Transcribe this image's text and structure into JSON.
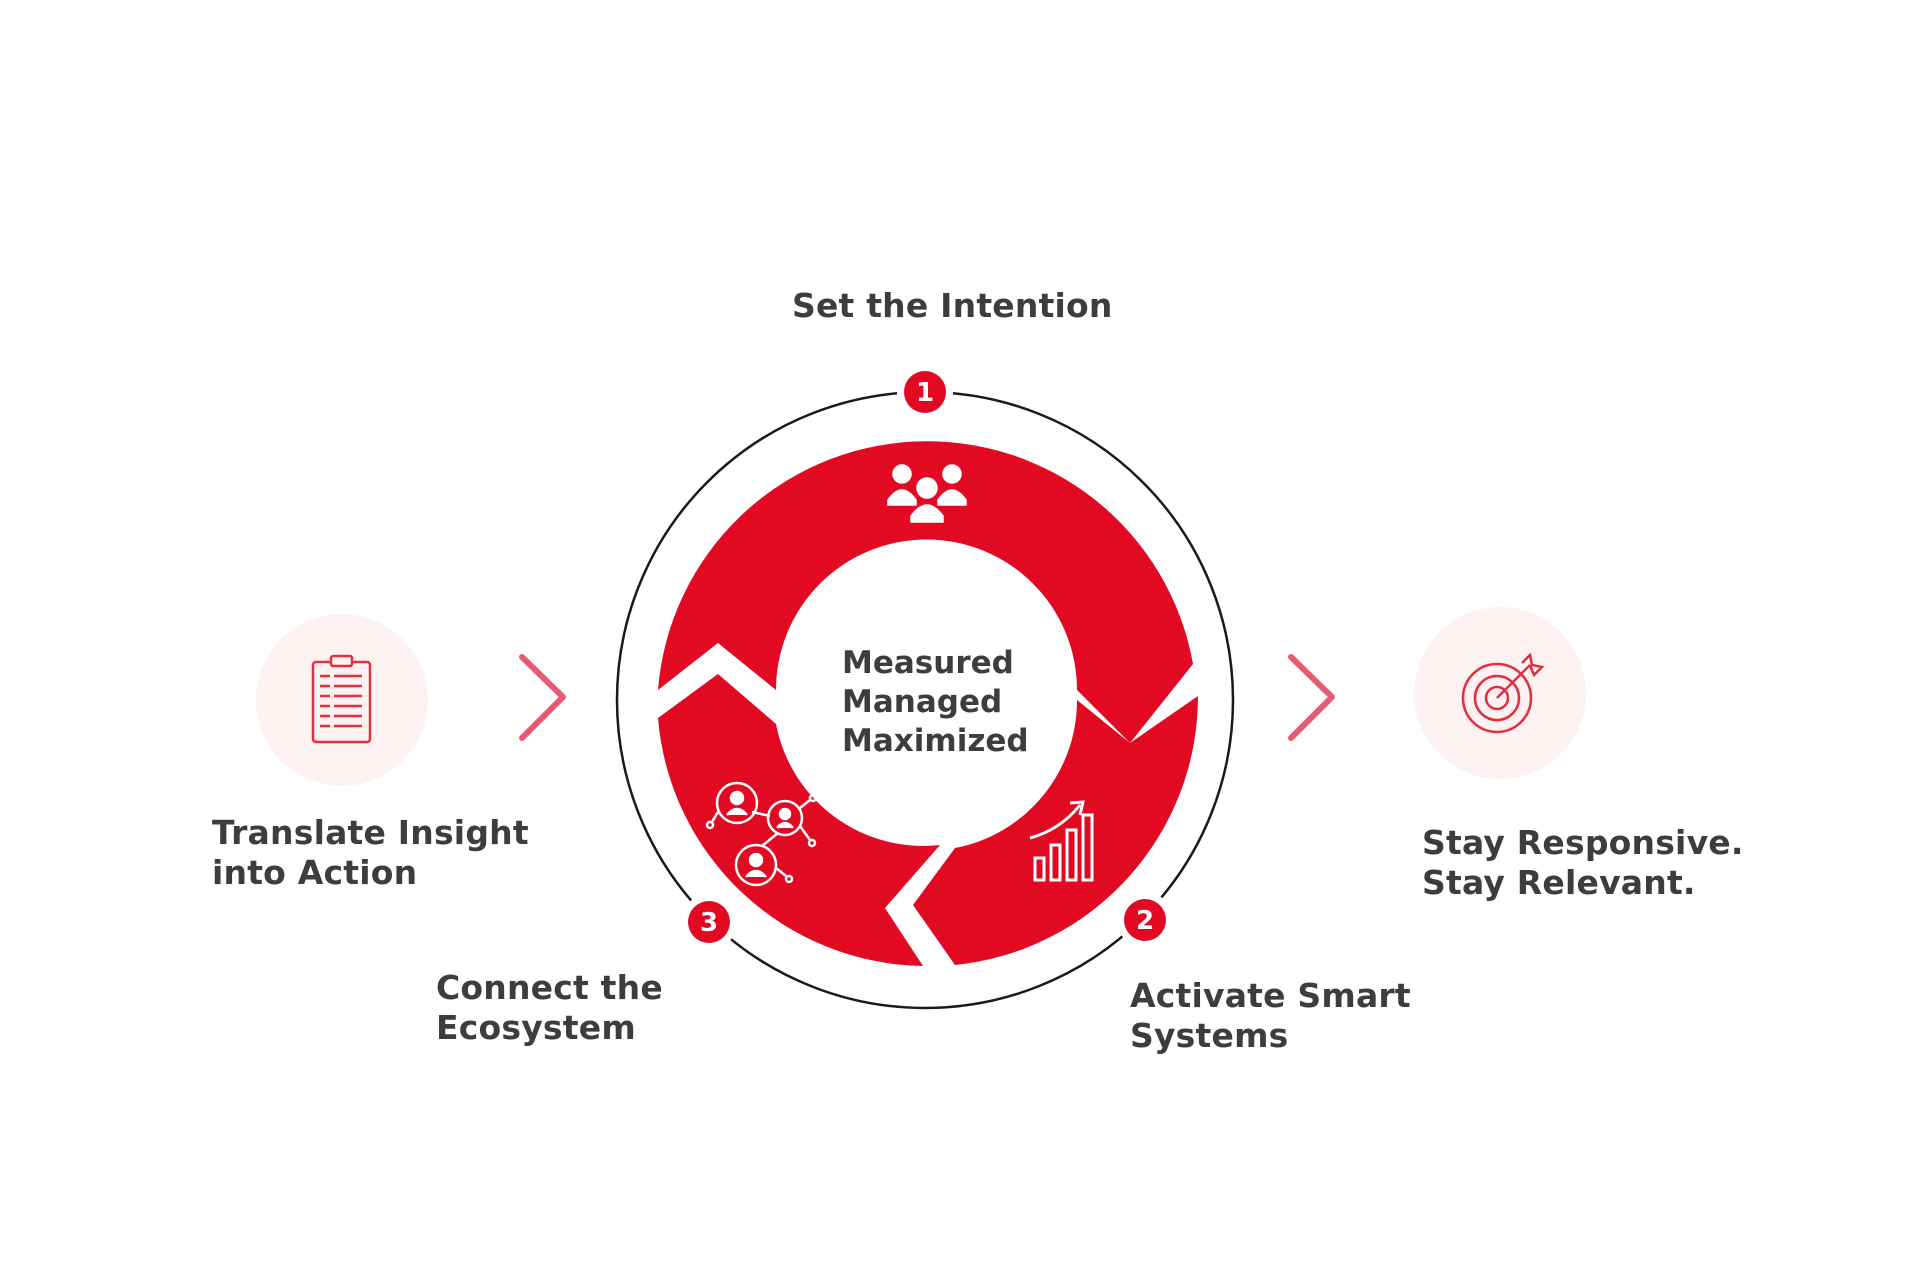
{
  "center": {
    "lines": [
      "Measured",
      "Managed",
      "Maximized"
    ]
  },
  "steps": [
    {
      "number": "1",
      "label": "Set the Intention",
      "icon": "team-icon"
    },
    {
      "number": "2",
      "label_lines": [
        "Activate Smart",
        "Systems"
      ],
      "icon": "growth-chart-icon"
    },
    {
      "number": "3",
      "label_lines": [
        "Connect the",
        "Ecosystem"
      ],
      "icon": "network-people-icon"
    }
  ],
  "left": {
    "label_lines": [
      "Translate Insight",
      "into Action"
    ],
    "icon": "clipboard-icon"
  },
  "right": {
    "label_lines": [
      "Stay Responsive.",
      "Stay Relevant."
    ],
    "icon": "target-icon"
  },
  "colors": {
    "accent": "#e20a22",
    "chevron": "#e85a72",
    "text": "#3d3d3d",
    "icon_circle_bg": "#fdf1f1"
  }
}
